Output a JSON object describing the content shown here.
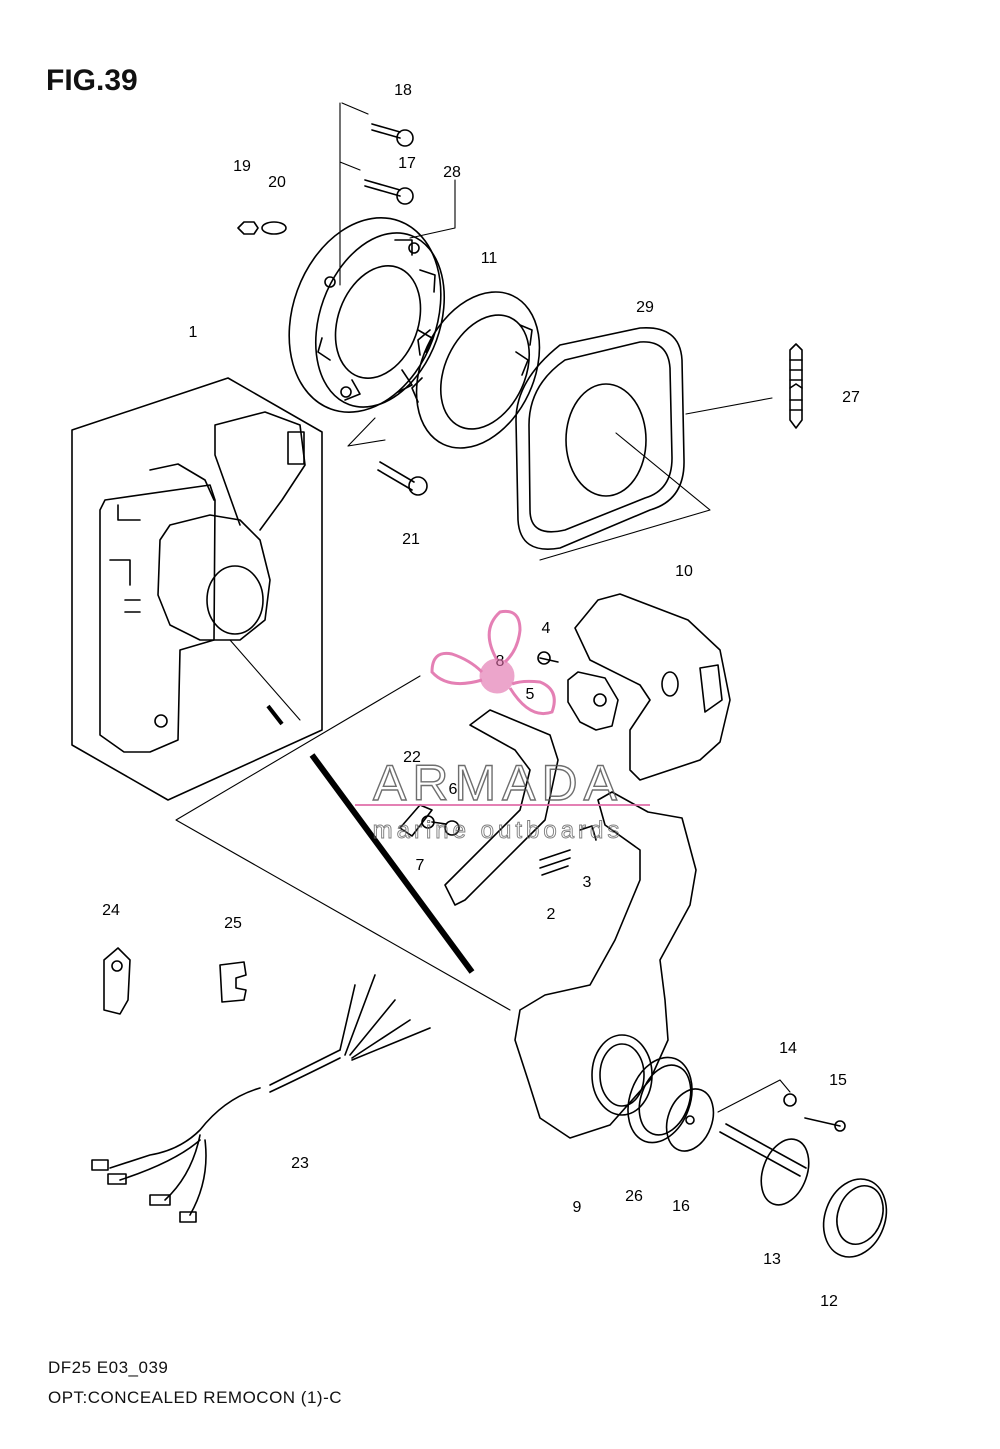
{
  "figure": {
    "title": "FIG.39",
    "model_code": "DF25 E03_039",
    "caption": "OPT:CONCEALED REMOCON (1)-C"
  },
  "watermark": {
    "brand": "ARMADA",
    "tagline": "marine outboards",
    "icon": "propeller-icon",
    "color": "#e06aa8"
  },
  "callouts": [
    {
      "id": "1",
      "label": "1"
    },
    {
      "id": "2",
      "label": "2"
    },
    {
      "id": "3",
      "label": "3"
    },
    {
      "id": "4",
      "label": "4"
    },
    {
      "id": "5",
      "label": "5"
    },
    {
      "id": "6",
      "label": "6"
    },
    {
      "id": "7",
      "label": "7"
    },
    {
      "id": "8",
      "label": "8"
    },
    {
      "id": "9",
      "label": "9"
    },
    {
      "id": "10",
      "label": "10"
    },
    {
      "id": "11",
      "label": "11"
    },
    {
      "id": "12",
      "label": "12"
    },
    {
      "id": "13",
      "label": "13"
    },
    {
      "id": "14",
      "label": "14"
    },
    {
      "id": "15",
      "label": "15"
    },
    {
      "id": "16",
      "label": "16"
    },
    {
      "id": "17",
      "label": "17"
    },
    {
      "id": "18",
      "label": "18"
    },
    {
      "id": "19",
      "label": "19"
    },
    {
      "id": "20",
      "label": "20"
    },
    {
      "id": "21",
      "label": "21"
    },
    {
      "id": "22",
      "label": "22"
    },
    {
      "id": "23",
      "label": "23"
    },
    {
      "id": "24",
      "label": "24"
    },
    {
      "id": "25",
      "label": "25"
    },
    {
      "id": "26",
      "label": "26"
    },
    {
      "id": "27",
      "label": "27"
    },
    {
      "id": "28",
      "label": "28"
    },
    {
      "id": "29",
      "label": "29"
    }
  ]
}
